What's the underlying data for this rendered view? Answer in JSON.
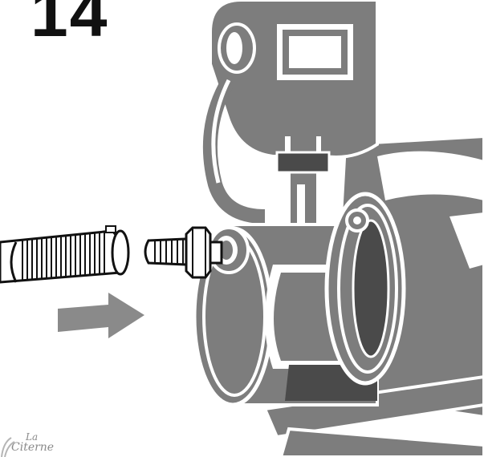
{
  "step": {
    "number": "14"
  },
  "logo": {
    "line1": "La",
    "line2": "Citerne"
  },
  "colors": {
    "pump_gray": "#7d7d7d",
    "pump_dark": "#4a4a4a",
    "arrow_gray": "#8a8a8a",
    "outline": "#111111"
  },
  "icons": {
    "hose": "corrugated-hose-icon",
    "fitting": "hose-barb-fitting-icon",
    "arrow": "arrow-right-icon",
    "pump": "water-pump-icon"
  }
}
